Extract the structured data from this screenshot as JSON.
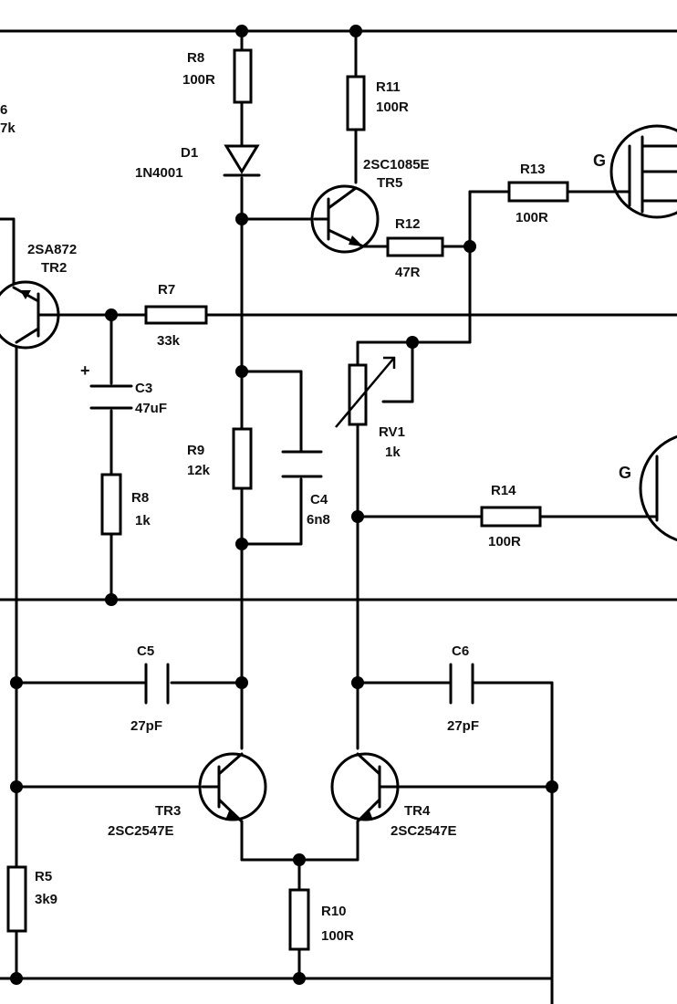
{
  "components": {
    "r6": {
      "ref": "6",
      "value": "7k"
    },
    "r8": {
      "ref": "R8",
      "value": "100R"
    },
    "r11": {
      "ref": "R11",
      "value": "100R"
    },
    "d1": {
      "ref": "D1",
      "value": "1N4001"
    },
    "tr5": {
      "ref": "TR5",
      "value": "2SC1085E"
    },
    "r13": {
      "ref": "R13",
      "value": "100R"
    },
    "r12": {
      "ref": "R12",
      "value": "47R"
    },
    "tr2": {
      "ref": "TR2",
      "value": "2SA872"
    },
    "r7": {
      "ref": "R7",
      "value": "33k"
    },
    "c3": {
      "ref": "C3",
      "value": "47uF",
      "polarity": "+"
    },
    "rv1": {
      "ref": "RV1",
      "value": "1k"
    },
    "r9": {
      "ref": "R9",
      "value": "12k"
    },
    "c4": {
      "ref": "C4",
      "value": "6n8"
    },
    "r8b": {
      "ref": "R8",
      "value": "1k"
    },
    "r14": {
      "ref": "R14",
      "value": "100R"
    },
    "c5": {
      "ref": "C5",
      "value": "27pF"
    },
    "c6": {
      "ref": "C6",
      "value": "27pF"
    },
    "tr3": {
      "ref": "TR3",
      "value": "2SC2547E"
    },
    "tr4": {
      "ref": "TR4",
      "value": "2SC2547E"
    },
    "r5": {
      "ref": "R5",
      "value": "3k9"
    },
    "r10": {
      "ref": "R10",
      "value": "100R"
    }
  },
  "gate_labels": {
    "upper": "G",
    "lower": "G"
  },
  "colors": {
    "ink": "#000000",
    "paper": "#ffffff"
  }
}
